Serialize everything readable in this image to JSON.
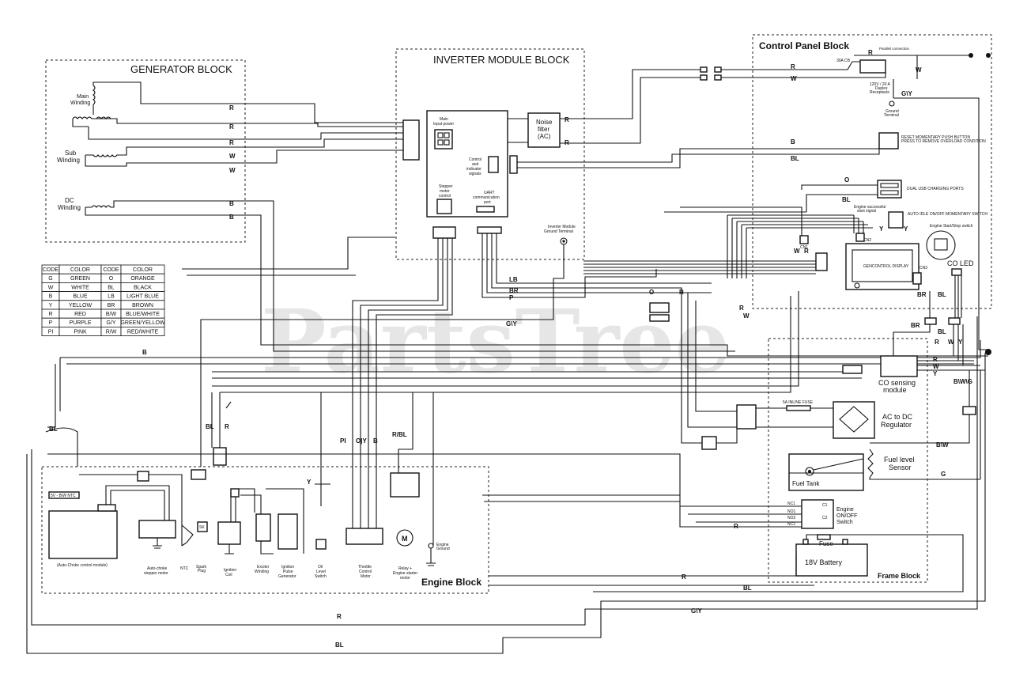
{
  "watermark": "PartsTree",
  "blocks": {
    "generator": "GENERATOR BLOCK",
    "inverter": "INVERTER MODULE BLOCK",
    "control_panel": "Control Panel Block",
    "engine": "Engine Block",
    "frame": "Frame Block"
  },
  "generator": {
    "main_winding": [
      "Main",
      "Winding"
    ],
    "sub_winding": [
      "Sub",
      "Winding"
    ],
    "dc_winding": [
      "DC",
      "Winding"
    ]
  },
  "inverter": {
    "main_input_power": [
      "Main",
      "Input power"
    ],
    "noise_filter": [
      "Noise",
      "filter",
      "(AC)"
    ],
    "control_signals": [
      "Control",
      "and",
      "indicator",
      "signals"
    ],
    "stepper_control": [
      "Stepper",
      "motor",
      "control"
    ],
    "uart": [
      "UART",
      "communication",
      "port"
    ],
    "ground_terminal": [
      "Inverter Module",
      "Ground Terminal"
    ]
  },
  "control_panel": {
    "parallel_connection": "Parallel connection",
    "breaker": "30A CB",
    "receptacle": [
      "120V / 20 A",
      "Duplex",
      "Receptacle"
    ],
    "ground_terminal": [
      "Ground",
      "Terminal"
    ],
    "reset_button": [
      "RESET MOMENTARY PUSH BUTTON",
      "PRESS TO REMOVE OVERLOAD CONDITION"
    ],
    "usb_ports": "DUAL USB CHARGING PORTS",
    "engine_start_signal": [
      "Engine successful",
      "start signal"
    ],
    "auto_idle_switch": "AUTO IDLE ON/OFF MOMENTARY SWITCH",
    "engine_start_stop": "Engine Start/Stop switch",
    "display": "GENCONTROL DISPLAY",
    "co_led": "CO LED",
    "connectors": [
      "CN1",
      "CN2",
      "CN3"
    ]
  },
  "frame": {
    "co_module": [
      "CO sensing",
      "module"
    ],
    "inline_fuse": "5A INLINE FUSE",
    "regulator": [
      "AC to DC",
      "Regulator"
    ],
    "fuel_tank": "Fuel Tank",
    "fuel_sensor": [
      "Fuel level",
      "Sensor"
    ],
    "engine_switch": [
      "Engine",
      "ON/OFF",
      "Switch"
    ],
    "switch_pins": [
      "NC1",
      "NO1",
      "NO2",
      "NC2",
      "C1",
      "C2"
    ],
    "fuse": "Fuse",
    "battery": "18V Battery"
  },
  "engine": {
    "auto_choke_module": "(Auto-Choke control module)",
    "auto_choke_conn": "5V - B/W NTC",
    "stepper": [
      "Auto-choke",
      "stepper motor"
    ],
    "ntc": "NTC",
    "spark_plug": [
      "Spark",
      "Plug"
    ],
    "ignition_coil": [
      "Ignition",
      "Coil"
    ],
    "exciter": [
      "Exciter",
      "Winding"
    ],
    "pulse_gen": [
      "Ignition",
      "Pulse",
      "Generator"
    ],
    "oil_switch": [
      "Oil",
      "Level",
      "Switch"
    ],
    "throttle": [
      "Throttle",
      "Control",
      "Motor"
    ],
    "relay": [
      "Relay +",
      "Engine starter",
      "motor"
    ],
    "engine_ground": [
      "Engine",
      "Ground"
    ],
    "motor_symbol": "M",
    "sk": "SK"
  },
  "wire_labels": {
    "gen_R1": "R",
    "gen_R2": "R",
    "gen_R3": "R",
    "gen_W1": "W",
    "gen_W2": "W",
    "gen_B1": "B",
    "gen_B2": "B",
    "nf_R1": "R",
    "nf_R2": "R",
    "cp_R1": "R",
    "cp_W1": "W",
    "cp_R2": "R",
    "cp_W2": "W",
    "cp_GY": "G\\Y",
    "cp_B": "B",
    "cp_BL": "BL",
    "cp_O": "O",
    "cp_BL2": "BL",
    "cn_W": "W",
    "cn_R": "R",
    "cn_Y1": "Y",
    "cn_Y2": "Y",
    "cn_BR": "BR",
    "cn_BL": "BL",
    "mid_LB": "LB",
    "mid_BR": "BR",
    "mid_P": "P",
    "mid_GY": "G\\Y",
    "mid_O": "O",
    "mid_R": "R",
    "mid_R2": "R",
    "mid_W": "W",
    "main_B": "B",
    "frame_BR": "BR",
    "frame_BL": "BL",
    "co_R1": "R",
    "co_W": "W",
    "co_Y": "Y",
    "co_R2": "R",
    "co_W2": "W",
    "co_Y2": "Y",
    "bwg": "B\\W\\G",
    "bw": "B\\W",
    "g": "G",
    "eng_BL": "BL",
    "eng_R": "R",
    "eng_Y": "Y",
    "pi": "PI",
    "oy": "O|Y",
    "b": "B",
    "rbl": "R/BL",
    "bot_R1": "R",
    "bot_R2": "R",
    "bot_BL": "BL",
    "bot_GY": "G\\Y",
    "bot_R3": "R",
    "bot_BL2": "BL"
  },
  "color_table": {
    "headers": [
      "CODE",
      "COLOR",
      "CODE",
      "COLOR"
    ],
    "rows": [
      [
        "G",
        "GREEN",
        "O",
        "ORANGE"
      ],
      [
        "W",
        "WHITE",
        "BL",
        "BLACK"
      ],
      [
        "B",
        "BLUE",
        "LB",
        "LIGHT BLUE"
      ],
      [
        "Y",
        "YELLOW",
        "BR",
        "BROWN"
      ],
      [
        "R",
        "RED",
        "B/W",
        "BLUE/WHITE"
      ],
      [
        "P",
        "PURPLE",
        "G/Y",
        "GREEN/YELLOW"
      ],
      [
        "PI",
        "PINK",
        "R/W",
        "RED/WHITE"
      ]
    ]
  }
}
